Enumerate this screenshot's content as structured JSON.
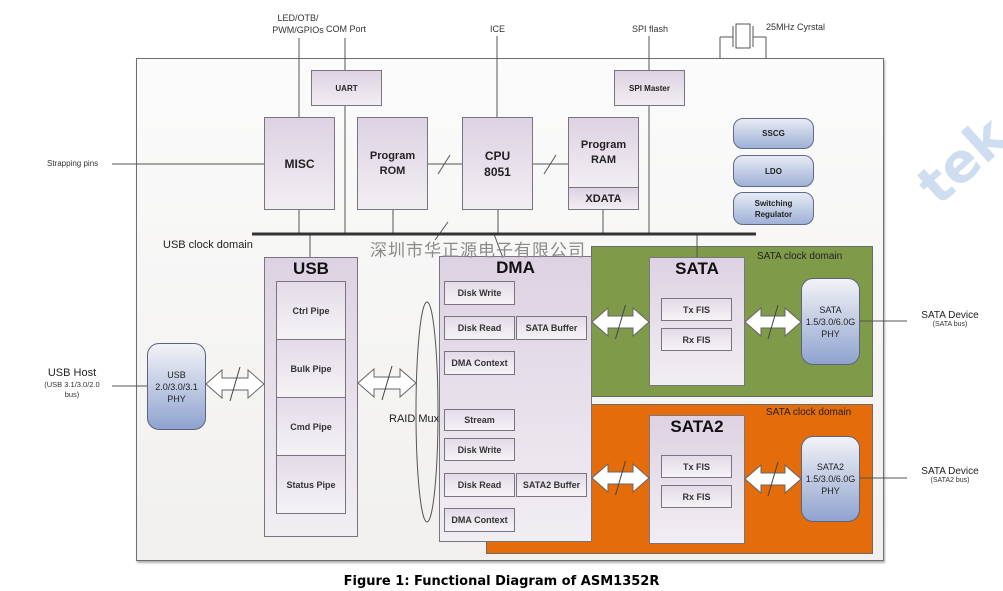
{
  "figure": {
    "caption": "Figure 1:   Functional Diagram of ASM1352R",
    "watermark_cn": "深圳市华正源电子有限公司",
    "watermark_en": "tek"
  },
  "external": {
    "led_gpio": "LED/OTB/\nPWM/GPIOs",
    "led_gpio_l1": "LED/OTB/",
    "led_gpio_l2": "PWM/GPIOs",
    "com_port": "COM Port",
    "ice": "ICE",
    "spi_flash": "SPI flash",
    "crystal": "25MHz Cyrstal",
    "strapping": "Strapping pins",
    "usb_host": "USB Host",
    "usb_host_sub1": "(USB 3.1/3.0/2.0",
    "usb_host_sub2": "bus)",
    "sata_device1": "SATA Device",
    "sata_device1_sub": "(SATA bus)",
    "sata_device2": "SATA Device",
    "sata_device2_sub": "(SATA2 bus)"
  },
  "domains": {
    "usb_clock": "USB clock domain",
    "sata_clock": "SATA clock domain",
    "sata2_clock": "SATA clock domain"
  },
  "blocks": {
    "uart": "UART",
    "spi_master": "SPI Master",
    "misc": "MISC",
    "program_rom_1": "Program",
    "program_rom_2": "ROM",
    "cpu_1": "CPU",
    "cpu_2": "8051",
    "program_ram_1": "Program",
    "program_ram_2": "RAM",
    "xdata": "XDATA",
    "sscg": "SSCG",
    "ldo": "LDO",
    "switching_regulator": "Switching\nRegulator",
    "usb": "USB",
    "usb_pipes": [
      "Ctrl Pipe",
      "Bulk Pipe",
      "Cmd Pipe",
      "Status Pipe"
    ],
    "usb_phy": "USB\n2.0/3.0/3.1\nPHY",
    "raid_mux": "RAID Mux",
    "dma": "DMA",
    "dma_items": {
      "disk_write_1": "Disk Write",
      "disk_read_1": "Disk Read",
      "sata_buffer": "SATA Buffer",
      "dma_context_1": "DMA Context",
      "stream": "Stream",
      "disk_write_2": "Disk Write",
      "disk_read_2": "Disk Read",
      "sata2_buffer": "SATA2 Buffer",
      "dma_context_2": "DMA Context"
    },
    "sata": "SATA",
    "sata_tx": "Tx FIS",
    "sata_rx": "Rx FIS",
    "sata_phy": "SATA\n1.5/3.0/6.0G\nPHY",
    "sata2": "SATA2",
    "sata2_tx": "Tx FIS",
    "sata2_rx": "Rx FIS",
    "sata2_phy": "SATA2\n1.5/3.0/6.0G\nPHY"
  },
  "colors": {
    "sata_domain": "#7f9a48",
    "sata2_domain": "#e46c0a",
    "block_fill": "#ddd2e3",
    "phy_fill": "#8fa3cf"
  }
}
